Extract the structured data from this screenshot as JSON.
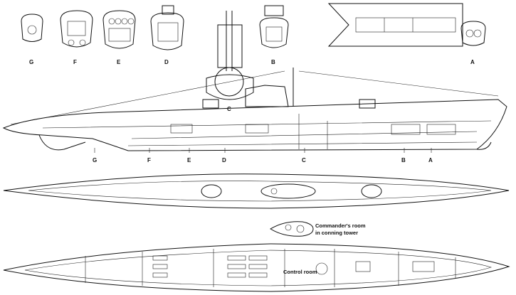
{
  "section_labels": [
    "G",
    "F",
    "E",
    "D",
    "C",
    "B",
    "A"
  ],
  "side_markers": [
    "G",
    "F",
    "E",
    "D",
    "C",
    "B",
    "A"
  ],
  "annotations": {
    "commander_line1": "Commander's room",
    "commander_line2": "in conning tower",
    "control_room": "Control room"
  }
}
